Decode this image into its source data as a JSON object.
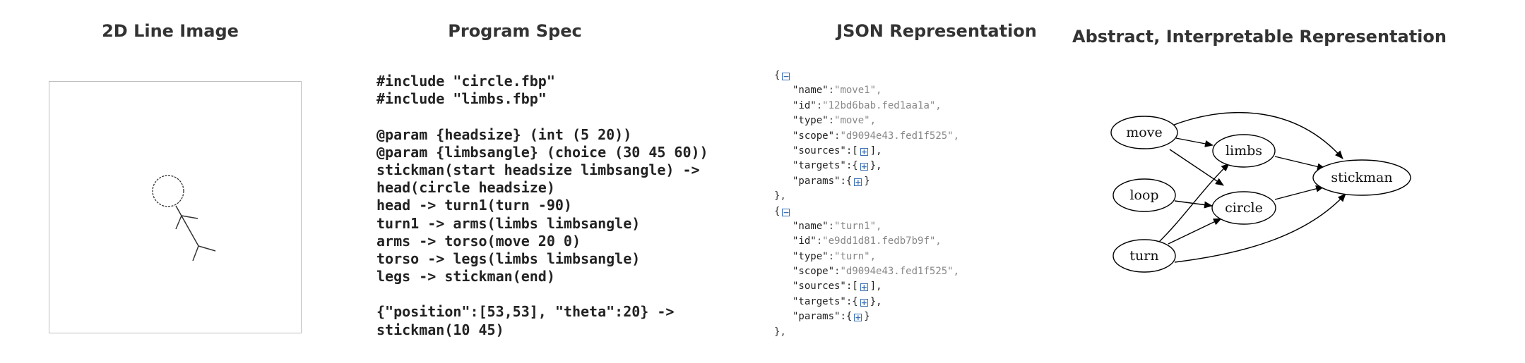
{
  "panels": {
    "image_title": "2D Line Image",
    "spec_title": "Program Spec",
    "json_title": "JSON Representation",
    "graph_title": "Abstract, Interpretable Representation"
  },
  "program_spec": [
    "#include \"circle.fbp\"",
    "#include \"limbs.fbp\"",
    "",
    "@param {headsize} (int (5 20))",
    "@param {limbsangle} (choice (30 45 60))",
    "stickman(start headsize limbsangle) ->",
    "head(circle headsize)",
    "head -> turn1(turn -90)",
    "turn1 -> arms(limbs limbsangle)",
    "arms -> torso(move 20 0)",
    "torso -> legs(limbs limbsangle)",
    "legs -> stickman(end)",
    "",
    "{\"position\":[53,53], \"theta\":20} ->",
    "stickman(10 45)"
  ],
  "json": {
    "open_brace": "{",
    "close_brace": "},",
    "collapse_icon": "minus-square-icon",
    "expand_icon": "plus-square-icon",
    "objects": [
      {
        "fields": [
          {
            "key": "\"name\"",
            "value": "\"move1\","
          },
          {
            "key": "\"id\"",
            "value": "\"12bd6bab.fed1aa1a\","
          },
          {
            "key": "\"type\"",
            "value": "\"move\","
          },
          {
            "key": "\"scope\"",
            "value": "\"d9094e43.fed1f525\","
          },
          {
            "key": "\"sources\"",
            "value": ":[",
            "collapsed": "],"
          },
          {
            "key": "\"targets\"",
            "value": ":{",
            "collapsed": "},"
          },
          {
            "key": "\"params\"",
            "value": ":{",
            "collapsed": "}"
          }
        ]
      },
      {
        "fields": [
          {
            "key": "\"name\"",
            "value": "\"turn1\","
          },
          {
            "key": "\"id\"",
            "value": "\"e9dd1d81.fedb7b9f\","
          },
          {
            "key": "\"type\"",
            "value": "\"turn\","
          },
          {
            "key": "\"scope\"",
            "value": "\"d9094e43.fed1f525\","
          },
          {
            "key": "\"sources\"",
            "value": ":[",
            "collapsed": "],"
          },
          {
            "key": "\"targets\"",
            "value": ":{",
            "collapsed": "},"
          },
          {
            "key": "\"params\"",
            "value": ":{",
            "collapsed": "}"
          }
        ]
      }
    ]
  },
  "graph": {
    "nodes": {
      "move": "move",
      "limbs": "limbs",
      "loop": "loop",
      "circle": "circle",
      "turn": "turn",
      "stickman": "stickman"
    }
  }
}
